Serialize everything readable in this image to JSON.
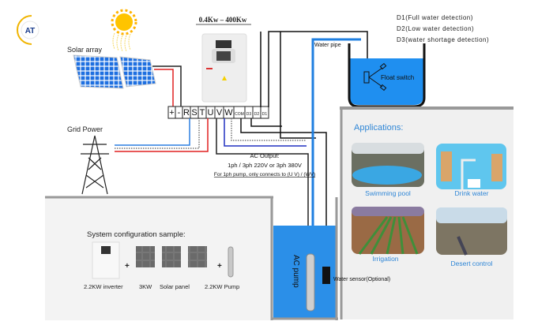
{
  "logo": {
    "text": "AT"
  },
  "power_range": "0.4Kw – 400Kw",
  "solar_label": "Solar array",
  "grid_label": "Grid Power",
  "terminals": [
    "+",
    "-",
    "R",
    "S",
    "T",
    "U",
    "V",
    "W",
    "COM",
    "D3",
    "D2",
    "D1"
  ],
  "detection": [
    "D1(Full water detection)",
    "D2(Low water detection)",
    "D3(water shortage detection)"
  ],
  "water_pipe_label": "Water pipe",
  "float_switch_label": "Float switch",
  "ac_output": {
    "title": "AC Output:",
    "line1": "1ph / 3ph 220V or 3ph 380V",
    "line2": "For 1ph pump, only connects to (U V) / (WV)"
  },
  "pump_label": "AC pump",
  "water_sensor_label": "Water sensor(Optional)",
  "applications": {
    "title": "Applications:",
    "items": [
      "Swimming pool",
      "Drink water",
      "Irrigation",
      "Desert control"
    ]
  },
  "config": {
    "title": "System configuration sample:",
    "inverter": "2.2KW inverter",
    "panel_kw": "3KW",
    "panel": "Solar panel",
    "pump": "2.2KW Pump",
    "plus": "+"
  },
  "colors": {
    "water": "#2b8fe8",
    "wire_red": "#e02020",
    "wire_blue": "#2b7fe0",
    "accent": "#2f86d6"
  }
}
